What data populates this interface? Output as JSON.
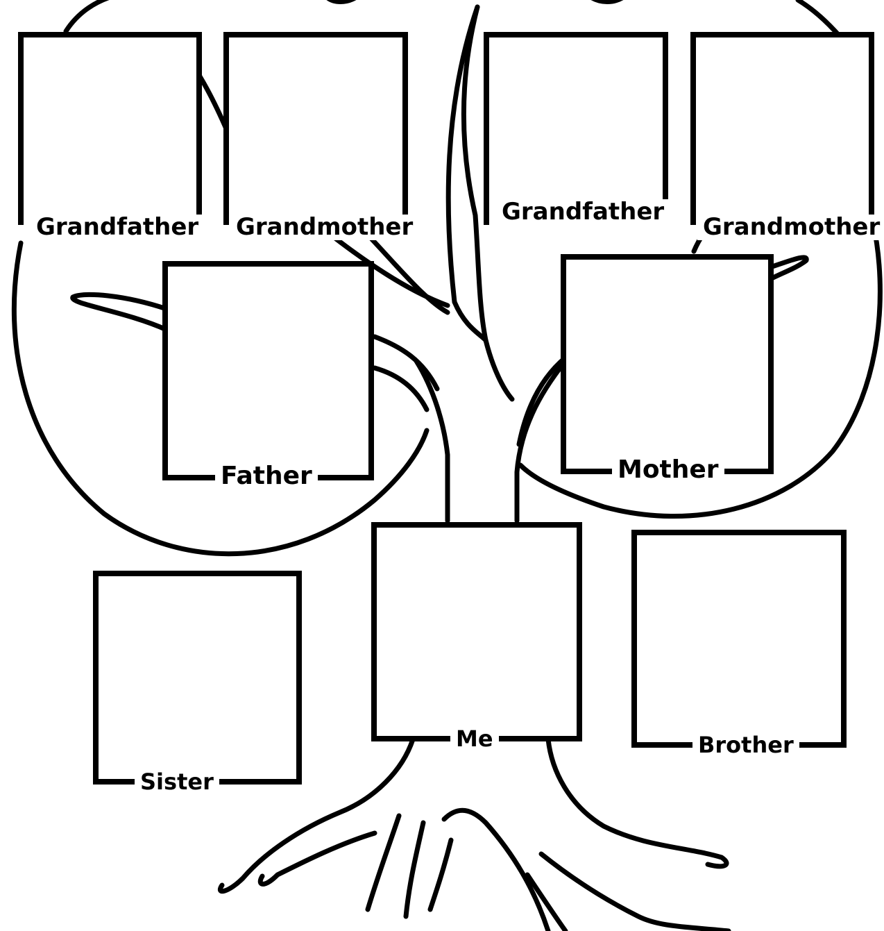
{
  "colors": {
    "outline": "#000000",
    "background": "#ffffff"
  },
  "boxes": {
    "grandfather_left": "Grandfather",
    "grandmother_left": "Grandmother",
    "grandfather_right": "Grandfather",
    "grandmother_right": "Grandmother",
    "father": "Father",
    "mother": "Mother",
    "me": "Me",
    "sister": "Sister",
    "brother": "Brother"
  }
}
